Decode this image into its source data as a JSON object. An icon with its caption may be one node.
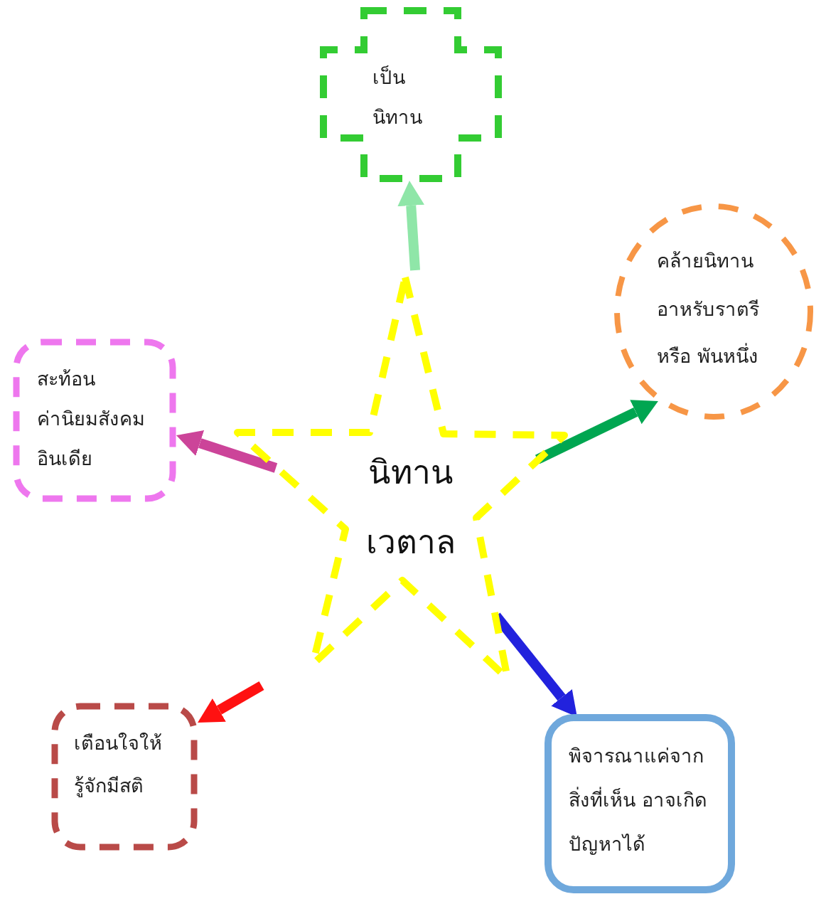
{
  "diagram": {
    "nodes": [
      {
        "text": [
          "นิทานเวตาล"
        ]
      },
      {
        "text": [
          "เป็นนิทาน"
        ]
      },
      {
        "text": [
          "คล้ายนิทานอาหรับราตรีหรือ พันหนึ่ง"
        ]
      },
      {
        "text": [
          "สะท้อนค่านิยมสังคมอินเดีย"
        ]
      },
      {
        "text": [
          "เตือนใจให้รู้จักมีสติ"
        ]
      },
      {
        "text": [
          "พิจารณาแค่จากสิ่งที่เห็น อาจเกิดปัญหาได้"
        ]
      }
    ],
    "edges": [
      {
        "from": 0,
        "to": 1,
        "arrow": "to",
        "color": "#8fe6a8"
      },
      {
        "from": 0,
        "to": 2,
        "arrow": "to",
        "color": "#00a651"
      },
      {
        "from": 0,
        "to": 3,
        "arrow": "to",
        "color": "#cc4499"
      },
      {
        "from": 0,
        "to": 4,
        "arrow": "to",
        "color": "#ff1111"
      },
      {
        "from": 0,
        "to": 5,
        "arrow": "to",
        "color": "#2222dd"
      }
    ]
  }
}
